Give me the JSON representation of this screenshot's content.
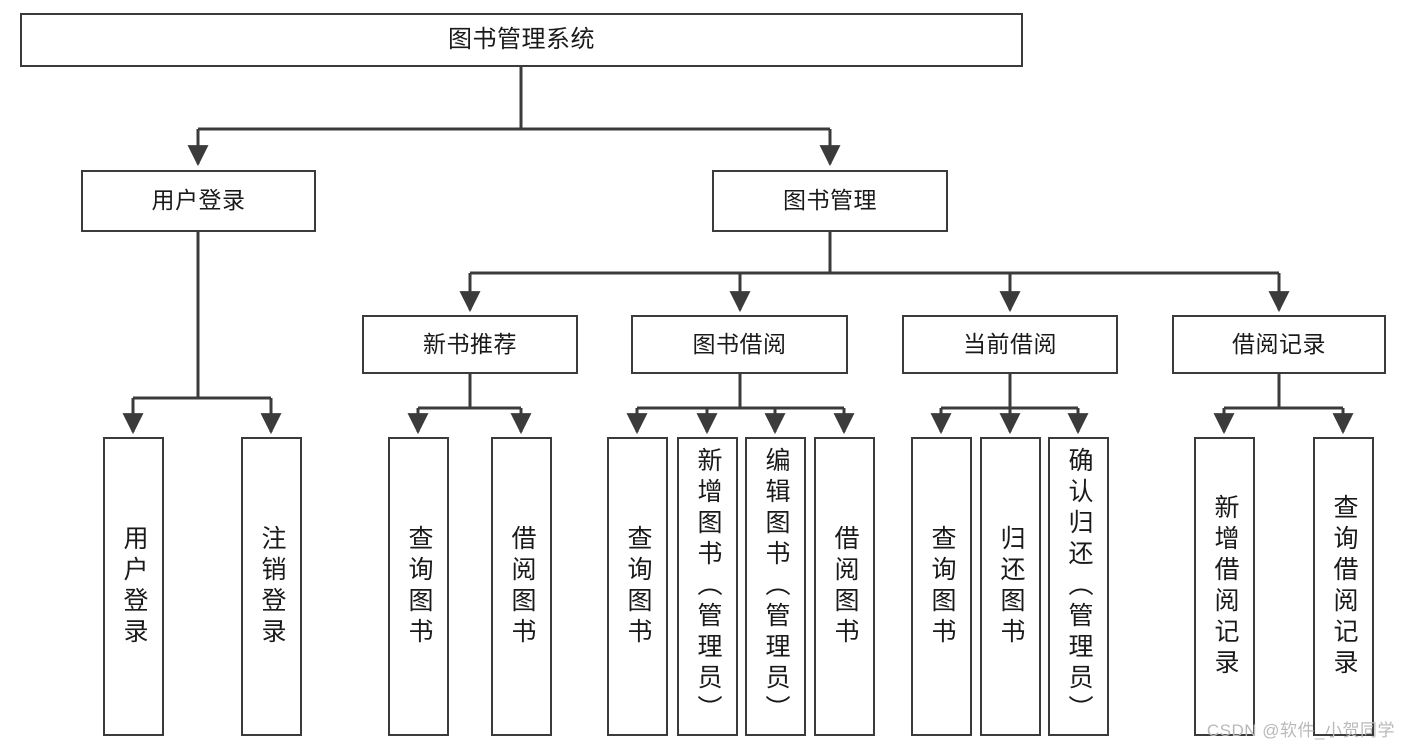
{
  "diagram": {
    "title": "图书管理系统",
    "type": "tree",
    "colors": {
      "background": "#ffffff",
      "node_border": "#3b3b3b",
      "node_fill": "#ffffff",
      "text": "#1a1a1a",
      "edge": "#3b3b3b",
      "watermark": "#b9b9b9"
    },
    "watermark": "CSDN @软件_小贺同学",
    "levels": {
      "root": {
        "label": "图书管理系统"
      },
      "level2": [
        {
          "id": "user-login",
          "label": "用户登录"
        },
        {
          "id": "book-manage",
          "label": "图书管理"
        }
      ],
      "level3": [
        {
          "id": "new-book-recommend",
          "label": "新书推荐",
          "parent": "book-manage"
        },
        {
          "id": "book-borrow",
          "label": "图书借阅",
          "parent": "book-manage"
        },
        {
          "id": "current-borrow",
          "label": "当前借阅",
          "parent": "book-manage"
        },
        {
          "id": "borrow-record",
          "label": "借阅记录",
          "parent": "book-manage"
        }
      ],
      "leaves": [
        {
          "id": "leaf-user-login",
          "label": "用户登录",
          "parent": "user-login"
        },
        {
          "id": "leaf-logout-login",
          "label": "注销登录",
          "parent": "user-login"
        },
        {
          "id": "leaf-query-book-1",
          "label": "查询图书",
          "parent": "new-book-recommend"
        },
        {
          "id": "leaf-borrow-book-1",
          "label": "借阅图书",
          "parent": "new-book-recommend"
        },
        {
          "id": "leaf-query-book-2",
          "label": "查询图书",
          "parent": "book-borrow"
        },
        {
          "id": "leaf-add-book",
          "label": "新增图书（管理员）",
          "parent": "book-borrow"
        },
        {
          "id": "leaf-edit-book",
          "label": "编辑图书（管理员）",
          "parent": "book-borrow"
        },
        {
          "id": "leaf-borrow-book-2",
          "label": "借阅图书",
          "parent": "book-borrow"
        },
        {
          "id": "leaf-query-book-3",
          "label": "查询图书",
          "parent": "current-borrow"
        },
        {
          "id": "leaf-return-book",
          "label": "归还图书",
          "parent": "current-borrow"
        },
        {
          "id": "leaf-confirm-return",
          "label": "确认归还（管理员）",
          "parent": "current-borrow"
        },
        {
          "id": "leaf-add-record",
          "label": "新增借阅记录",
          "parent": "borrow-record"
        },
        {
          "id": "leaf-query-record",
          "label": "查询借阅记录",
          "parent": "borrow-record"
        }
      ]
    }
  }
}
